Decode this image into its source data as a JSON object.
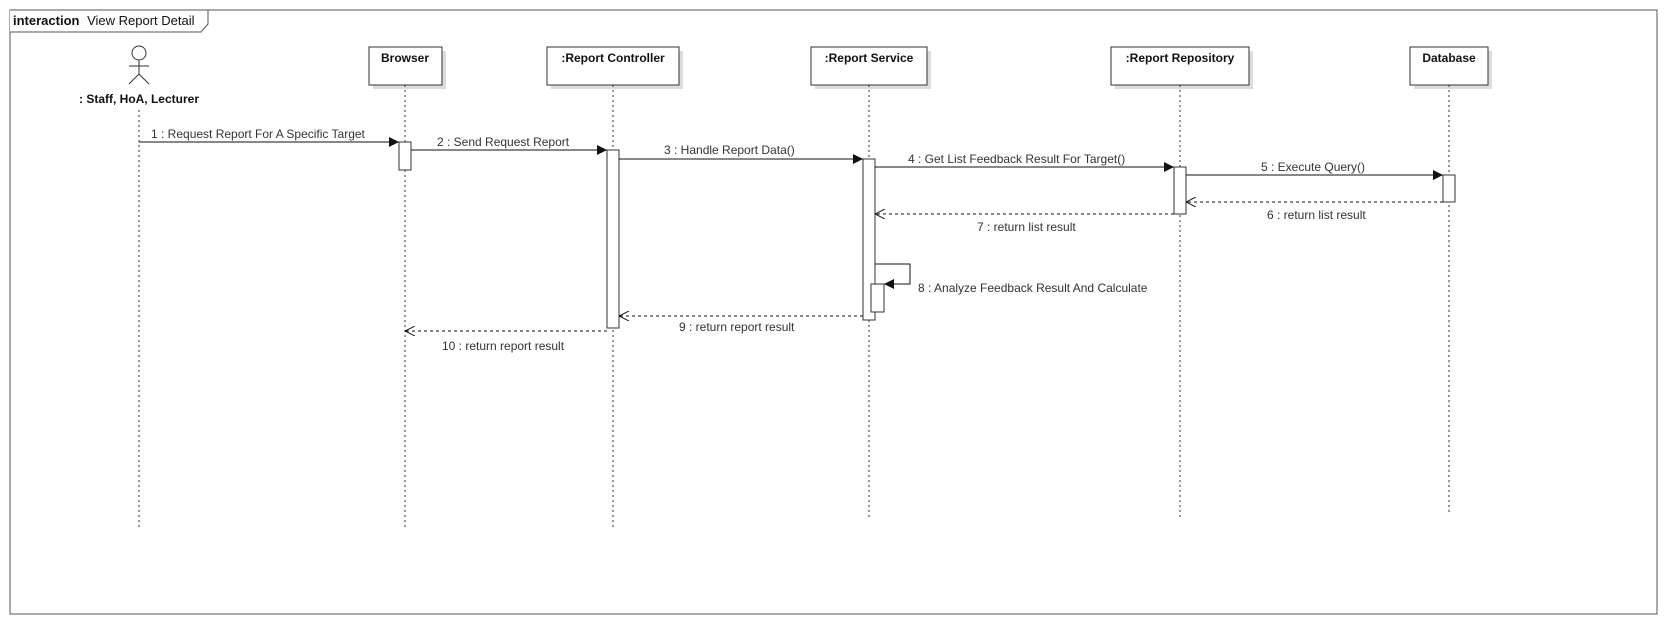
{
  "frame": {
    "keyword": "interaction",
    "name": "View Report Detail"
  },
  "actor": {
    "name": ": Staff, HoA, Lecturer"
  },
  "lifelines": [
    {
      "id": "browser",
      "name": "Browser"
    },
    {
      "id": "controller",
      "name": ":Report Controller"
    },
    {
      "id": "service",
      "name": ":Report Service"
    },
    {
      "id": "repository",
      "name": ":Report Repository"
    },
    {
      "id": "database",
      "name": "Database"
    }
  ],
  "messages": [
    {
      "id": "m1",
      "label": "1 : Request Report For A Specific Target",
      "kind": "sync"
    },
    {
      "id": "m2",
      "label": "2 : Send Request Report",
      "kind": "sync"
    },
    {
      "id": "m3",
      "label": "3 : Handle Report Data()",
      "kind": "sync"
    },
    {
      "id": "m4",
      "label": "4 : Get List Feedback Result For Target()",
      "kind": "sync"
    },
    {
      "id": "m5",
      "label": "5 : Execute Query()",
      "kind": "sync"
    },
    {
      "id": "m6",
      "label": "6 : return list result",
      "kind": "return"
    },
    {
      "id": "m7",
      "label": "7 : return list result",
      "kind": "return"
    },
    {
      "id": "m8",
      "label": "8 : Analyze Feedback Result And Calculate",
      "kind": "self"
    },
    {
      "id": "m9",
      "label": "9 : return report result",
      "kind": "return"
    },
    {
      "id": "m10",
      "label": "10 : return report result",
      "kind": "return"
    }
  ],
  "colors": {
    "line": "#222222",
    "shadow": "#dcdcdc",
    "text": "#333333"
  }
}
